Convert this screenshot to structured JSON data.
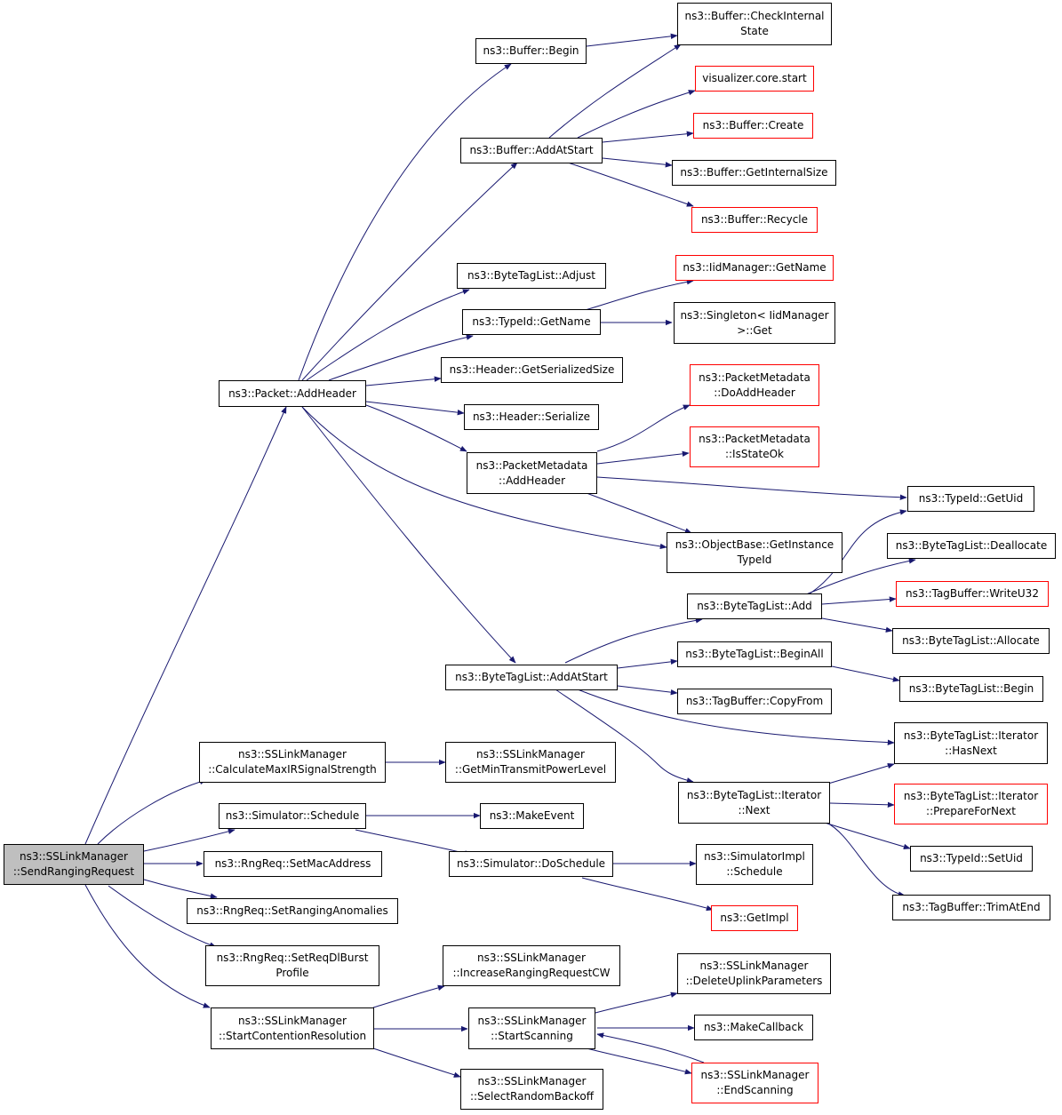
{
  "colors": {
    "edge": "#191970",
    "border": "#000000",
    "truncated_border": "#ff0000",
    "root_fill": "#bfbfbf"
  },
  "nodes": {
    "send_ranging_request": "ns3::SSLinkManager\n::SendRangingRequest",
    "packet_add_header": "ns3::Packet::AddHeader",
    "buffer_begin": "ns3::Buffer::Begin",
    "buffer_check_internal_state": "ns3::Buffer::CheckInternal\nState",
    "visualizer_core_start": "visualizer.core.start",
    "buffer_create": "ns3::Buffer::Create",
    "buffer_add_at_start": "ns3::Buffer::AddAtStart",
    "buffer_get_internal_size": "ns3::Buffer::GetInternalSize",
    "buffer_recycle": "ns3::Buffer::Recycle",
    "bytetaglist_adjust": "ns3::ByteTagList::Adjust",
    "iidmanager_get_name": "ns3::IidManager::GetName",
    "typeid_get_name": "ns3::TypeId::GetName",
    "singleton_get": "ns3::Singleton< IidManager\n>::Get",
    "header_get_serialized_size": "ns3::Header::GetSerializedSize",
    "packetmetadata_do_add_header": "ns3::PacketMetadata\n::DoAddHeader",
    "header_serialize": "ns3::Header::Serialize",
    "packetmetadata_is_state_ok": "ns3::PacketMetadata\n::IsStateOk",
    "packetmetadata_add_header": "ns3::PacketMetadata\n::AddHeader",
    "typeid_get_uid": "ns3::TypeId::GetUid",
    "objectbase_get_instance_typeid": "ns3::ObjectBase::GetInstance\nTypeId",
    "bytetaglist_deallocate": "ns3::ByteTagList::Deallocate",
    "bytetaglist_add": "ns3::ByteTagList::Add",
    "tagbuffer_write_u32": "ns3::TagBuffer::WriteU32",
    "bytetaglist_allocate": "ns3::ByteTagList::Allocate",
    "bytetaglist_begin_all": "ns3::ByteTagList::BeginAll",
    "bytetaglist_add_at_start": "ns3::ByteTagList::AddAtStart",
    "bytetaglist_begin": "ns3::ByteTagList::Begin",
    "tagbuffer_copy_from": "ns3::TagBuffer::CopyFrom",
    "iterator_has_next": "ns3::ByteTagList::Iterator\n::HasNext",
    "calculate_max_ir_signal_strength": "ns3::SSLinkManager\n::CalculateMaxIRSignalStrength",
    "get_min_transmit_power_level": "ns3::SSLinkManager\n::GetMinTransmitPowerLevel",
    "iterator_next": "ns3::ByteTagList::Iterator\n::Next",
    "iterator_prepare_for_next": "ns3::ByteTagList::Iterator\n::PrepareForNext",
    "simulator_schedule": "ns3::Simulator::Schedule",
    "make_event": "ns3::MakeEvent",
    "typeid_set_uid": "ns3::TypeId::SetUid",
    "rngreq_set_mac_address": "ns3::RngReq::SetMacAddress",
    "simulator_do_schedule": "ns3::Simulator::DoSchedule",
    "simulatorimpl_schedule": "ns3::SimulatorImpl\n::Schedule",
    "tagbuffer_trim_at_end": "ns3::TagBuffer::TrimAtEnd",
    "rngreq_set_ranging_anomalies": "ns3::RngReq::SetRangingAnomalies",
    "get_impl": "ns3::GetImpl",
    "rngreq_set_req_dl_burst_profile": "ns3::RngReq::SetReqDlBurst\nProfile",
    "increase_ranging_request_cw": "ns3::SSLinkManager\n::IncreaseRangingRequestCW",
    "delete_uplink_parameters": "ns3::SSLinkManager\n::DeleteUplinkParameters",
    "start_contention_resolution": "ns3::SSLinkManager\n::StartContentionResolution",
    "start_scanning": "ns3::SSLinkManager\n::StartScanning",
    "make_callback": "ns3::MakeCallback",
    "end_scanning": "ns3::SSLinkManager\n::EndScanning",
    "select_random_backoff": "ns3::SSLinkManager\n::SelectRandomBackoff"
  }
}
